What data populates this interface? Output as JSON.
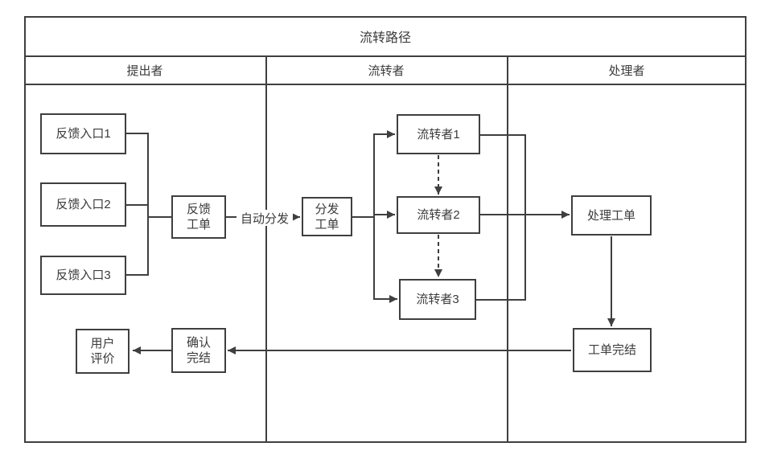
{
  "diagram": {
    "title": "流转路径",
    "lanes": [
      {
        "label": "提出者"
      },
      {
        "label": "流转者"
      },
      {
        "label": "处理者"
      }
    ],
    "nodes": {
      "feedback_entry_1": {
        "label": "反馈入口1"
      },
      "feedback_entry_2": {
        "label": "反馈入口2"
      },
      "feedback_entry_3": {
        "label": "反馈入口3"
      },
      "feedback_ticket": {
        "label": "反馈\n工单"
      },
      "dispatch_ticket": {
        "label": "分发\n工单"
      },
      "transferrer_1": {
        "label": "流转者1"
      },
      "transferrer_2": {
        "label": "流转者2"
      },
      "transferrer_3": {
        "label": "流转者3"
      },
      "handle_ticket": {
        "label": "处理工单"
      },
      "ticket_complete": {
        "label": "工单完结"
      },
      "confirm_complete": {
        "label": "确认\n完结"
      },
      "user_evaluation": {
        "label": "用户\n评价"
      }
    },
    "edge_labels": {
      "auto_dispatch": "自动分发"
    },
    "colors": {
      "line": "#3f3f3f",
      "text": "#3b3b3b",
      "background": "#ffffff"
    }
  }
}
